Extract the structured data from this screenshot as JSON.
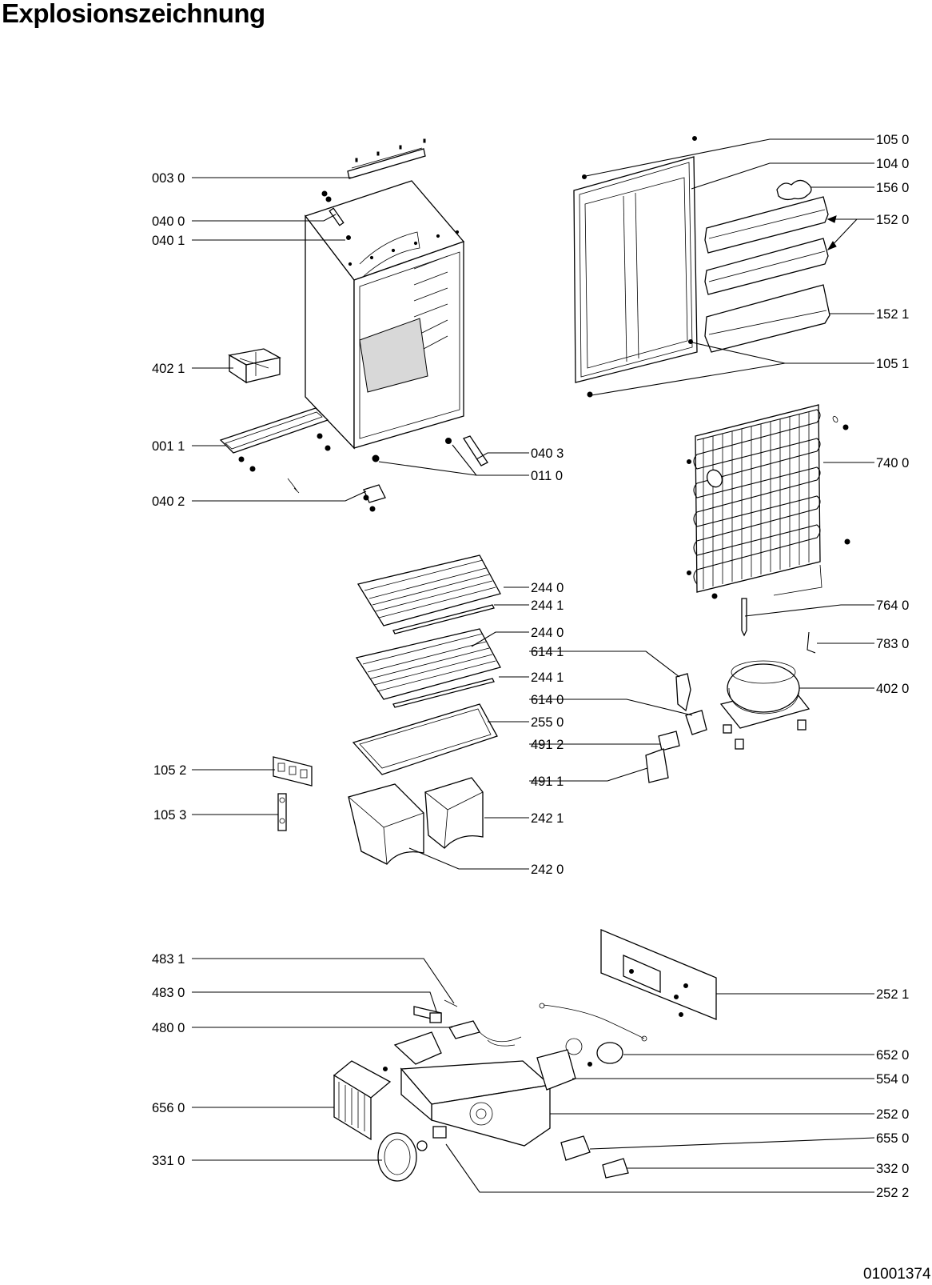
{
  "title": "Explosionszeichnung",
  "document_number": "01001374",
  "part_labels": {
    "p0030": "003 0",
    "p0400": "040 0",
    "p0401": "040 1",
    "p4021": "402 1",
    "p0011": "001 1",
    "p0402": "040 2",
    "p0403": "040 3",
    "p0110": "011 0",
    "p1050": "105 0",
    "p1040": "104 0",
    "p1560": "156 0",
    "p1520": "152 0",
    "p1521": "152 1",
    "p1051": "105 1",
    "p7400": "740 0",
    "p7640": "764 0",
    "p7830": "783 0",
    "p4020": "402 0",
    "p2440a": "244 0",
    "p2441a": "244 1",
    "p2440b": "244 0",
    "p6141": "614 1",
    "p2441b": "244 1",
    "p6140": "614 0",
    "p2550": "255 0",
    "p4912": "491 2",
    "p4911": "491 1",
    "p1052": "105 2",
    "p1053": "105 3",
    "p2421": "242 1",
    "p2420": "242 0",
    "p4831": "483 1",
    "p4830": "483 0",
    "p4800": "480 0",
    "p6560": "656 0",
    "p3310": "331 0",
    "p2521": "252 1",
    "p6520": "652 0",
    "p5540": "554 0",
    "p2520": "252 0",
    "p6550": "655 0",
    "p3320": "332 0",
    "p2522": "252 2"
  }
}
